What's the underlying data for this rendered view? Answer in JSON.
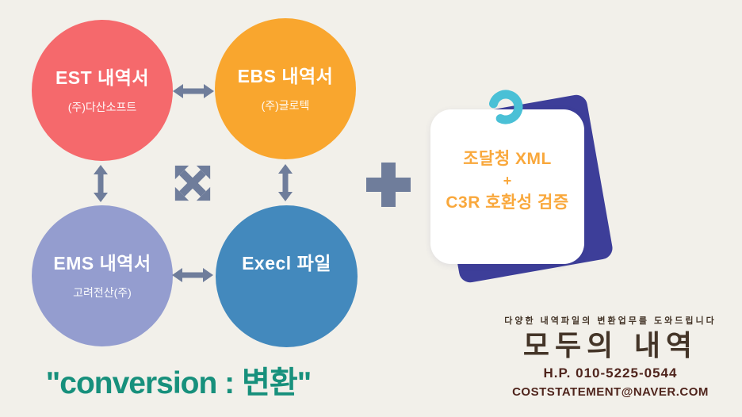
{
  "canvas": {
    "background": "#F2F0EA"
  },
  "diagram": {
    "circles": [
      {
        "id": "est",
        "label": "EST 내역서",
        "subtitle": "(주)다산소프트",
        "color": "#F5696C"
      },
      {
        "id": "ebs",
        "label": "EBS 내역서",
        "subtitle": "(주)글로텍",
        "color": "#F9A62E"
      },
      {
        "id": "ems",
        "label": "EMS 내역서",
        "subtitle": "고려전산(주)",
        "color": "#949DCF"
      },
      {
        "id": "excel",
        "label": "Execl 파일",
        "subtitle": "",
        "color": "#4389BD"
      }
    ],
    "connector_color": "#6F7D9B"
  },
  "note_card": {
    "line1": "조달청 XML",
    "line2": "+",
    "line3": "C3R 호환성 검증",
    "text_color": "#F9A83C",
    "back_card_color": "#3D3E99",
    "front_card_color": "#FFFFFF",
    "hook_color": "#4AC0D6"
  },
  "caption": {
    "text": "\"conversion : 변환\"",
    "color": "#17907C"
  },
  "branding": {
    "tagline": "다양한 내역파일의 변환업무를 도와드립니다",
    "logo": "모두의 내역",
    "phone": "H.P. 010-5225-0544",
    "email": "COSTSTATEMENT@NAVER.COM",
    "text_color": "#443528",
    "contact_color": "#4F241C"
  }
}
